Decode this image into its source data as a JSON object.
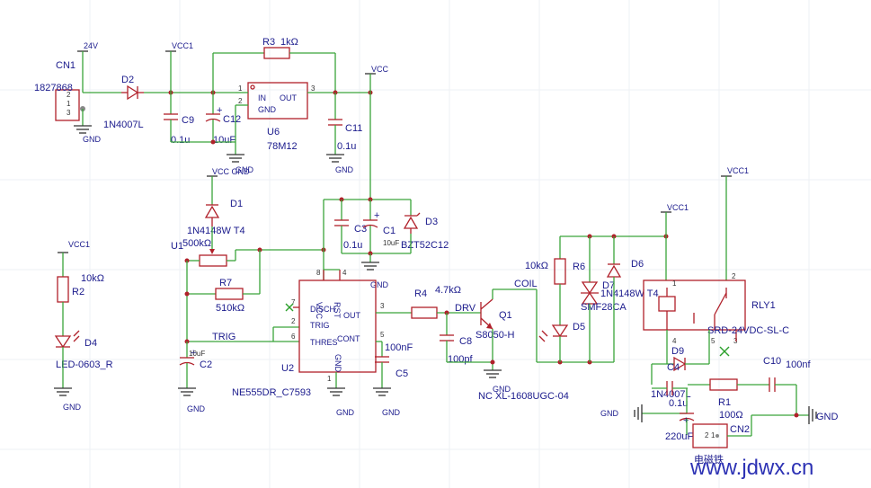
{
  "diagram": {
    "title": "NE555 relay timer schematic",
    "watermark": "www.jdwx.cn",
    "labels": {
      "cn1": "CN1",
      "cn1_value": "1827868",
      "v24": "24V",
      "d2": "D2",
      "d2_value": "1N4007L",
      "vcc1_a": "VCC1",
      "r3": "R3",
      "r3_value": "1kΩ",
      "c9": "C9",
      "c9_value": "0.1u",
      "c12": "C12",
      "c12_value": "10uF",
      "u6": "U6",
      "u6_value": "78M12",
      "u6_in": "IN",
      "u6_out": "OUT",
      "u6_gnd": "GND",
      "vcc_a": "VCC",
      "c11": "C11",
      "c11_value": "0.1u",
      "gnd": "GND",
      "vcc_gnd": "VCC GND",
      "d1": "D1",
      "d1_value": "1N4148W T4",
      "u1": "U1",
      "u1_value": "500kΩ",
      "r7": "R7",
      "r7_value": "510kΩ",
      "c3": "C3",
      "c3_value": "0.1u",
      "c1": "C1",
      "c1_value": "10uF",
      "d3": "D3",
      "d3_value": "BZT52C12",
      "trig": "TRIG",
      "c2": "C2",
      "c2_value": "10uF",
      "u2": "U2",
      "u2_value": "NE555DR_C7593",
      "p_vcc": "VCC",
      "p_rst": "RST",
      "p_disch": "DISCH",
      "p_trig": "TRIG",
      "p_thres": "THRES",
      "p_out": "OUT",
      "p_cont": "CONT",
      "p_gnd": "GND",
      "c5": "C5",
      "c5_value": "100nF",
      "r4": "R4",
      "r4_value": "4.7kΩ",
      "drv": "DRV",
      "c8": "C8",
      "c8_value": "100pf",
      "q1": "Q1",
      "q1_value": "S8050-H",
      "nc": "NC XL-1608UGC-04",
      "vcc1_b": "VCC1",
      "r2": "R2",
      "r2_value": "10kΩ",
      "d4": "D4",
      "d4_value": "LED-0603_R",
      "coil": "COIL",
      "r6": "R6",
      "r6_value": "10kΩ",
      "d5": "D5",
      "d6": "D6",
      "d6_value": "1N4148W T4",
      "d7": "D7",
      "d7_value": "SMF28CA",
      "vcc1_c": "VCC1",
      "vcc1_d": "VCC1",
      "rly1": "RLY1",
      "rly1_value": "SRD-24VDC-SL-C",
      "d9": "D9",
      "d9_value": "1N4007L",
      "c4": "C4",
      "c4_value": "0.1u",
      "c10": "C10",
      "c10_value": "100nf",
      "r1": "R1",
      "r1_value": "100Ω",
      "c6_value": "220uF",
      "cn2": "CN2",
      "cn2_value": "电磁铁",
      "gnd_big": "GND"
    }
  }
}
